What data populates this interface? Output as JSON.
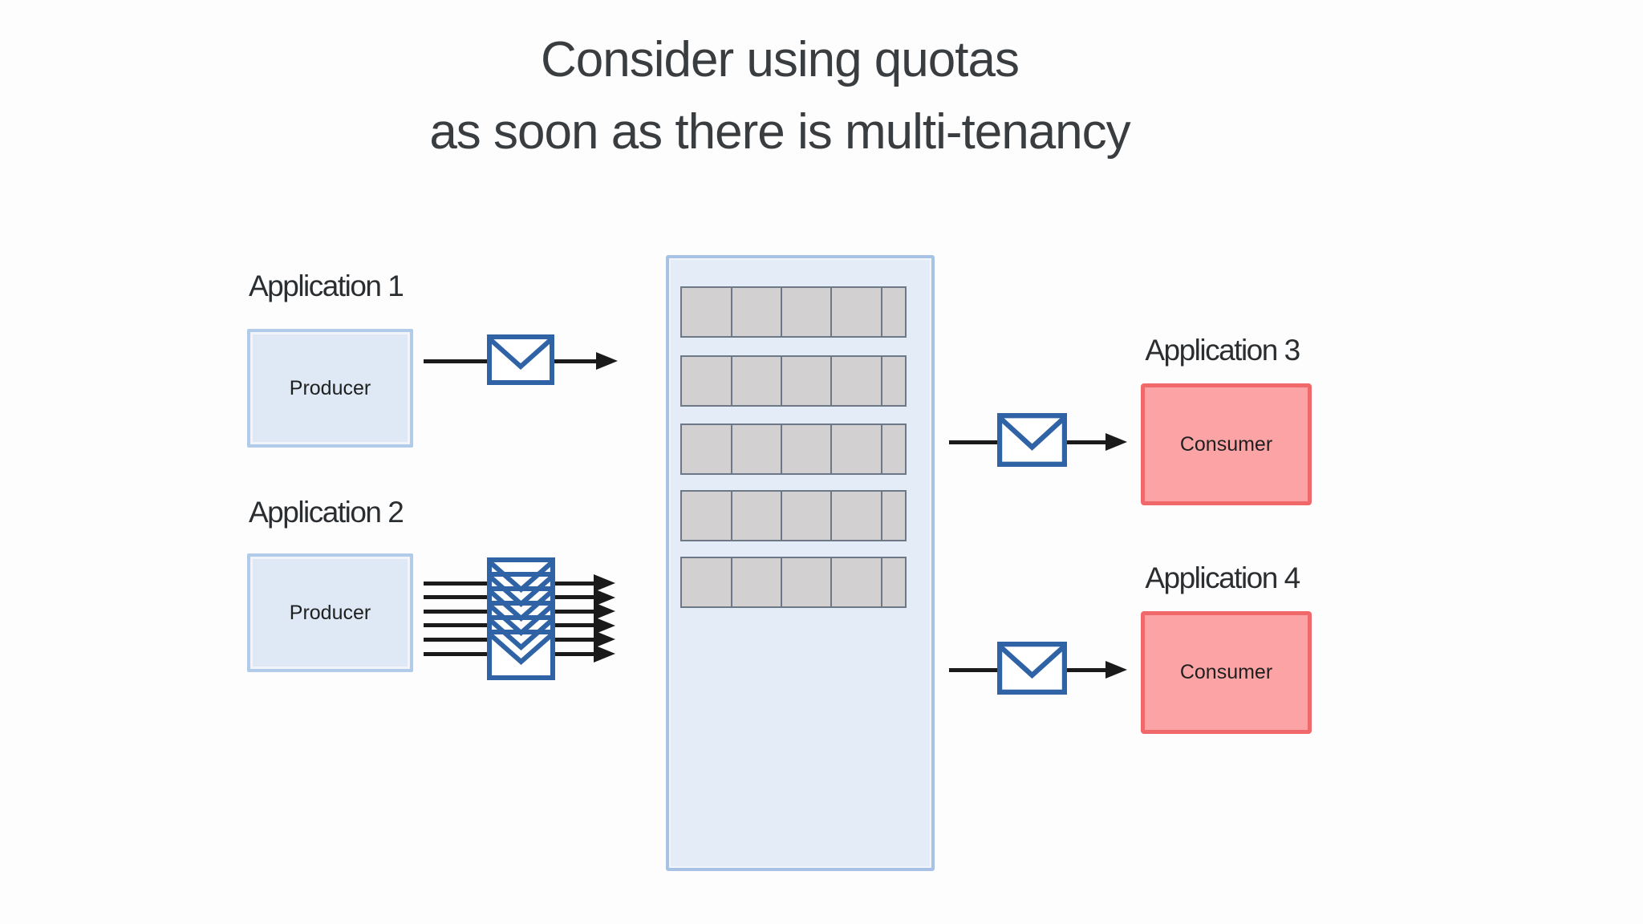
{
  "title": {
    "line1": "Consider using quotas",
    "line2": "as soon as there is multi-tenancy"
  },
  "applications": [
    {
      "label": "Application 1",
      "role": "Producer"
    },
    {
      "label": "Application 2",
      "role": "Producer"
    },
    {
      "label": "Application 3",
      "role": "Consumer"
    },
    {
      "label": "Application 4",
      "role": "Consumer"
    }
  ],
  "broker": {
    "partition_rows": 5,
    "segments_per_row": 5
  },
  "messages": {
    "app1_count": 1,
    "app2_count": 6,
    "app3_count": 1,
    "app4_count": 1
  },
  "icons": {
    "message": "envelope-icon"
  },
  "colors": {
    "c_title": "#3a3d40",
    "c_producer_fill": "#dfe9f6",
    "c_producer_border": "#b2cbe9",
    "c_broker_fill": "#e4ecf8",
    "c_broker_border": "#a7c2e4",
    "c_partition_fill": "#d2d0d1",
    "c_partition_border": "#6d7886",
    "c_consumer_fill": "#fca4a5",
    "c_consumer_border": "#f1686a",
    "c_envelope": "#2f63a5",
    "c_arrow": "#1a1a1a"
  }
}
